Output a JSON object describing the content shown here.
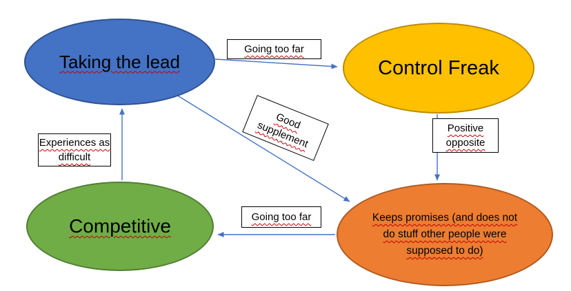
{
  "colors": {
    "arrow": "#4472C4",
    "spellcheck_underline": "#C00000"
  },
  "nodes": {
    "taking_the_lead": {
      "label": "Taking the lead",
      "fill": "#4472C4",
      "border": "#2F528F"
    },
    "control_freak": {
      "label": "Control Freak",
      "fill": "#FFC000",
      "border": "#BC8C00"
    },
    "competitive": {
      "label": "Competitive",
      "fill": "#70AD47",
      "border": "#507E32"
    },
    "keeps_promises": {
      "label": "Keeps promises (and does not do stuff other people were supposed to do)",
      "fill": "#ED7D31",
      "border": "#AE5A21"
    }
  },
  "edges": {
    "going_too_far_top": {
      "label": "Going too far"
    },
    "good_supplement": {
      "label": "Good supplement"
    },
    "positive_opposite": {
      "label": "Positive opposite"
    },
    "going_too_far_bottom": {
      "label": "Going too far"
    },
    "experiences_as_difficult": {
      "label": "Experiences as difficult"
    }
  }
}
